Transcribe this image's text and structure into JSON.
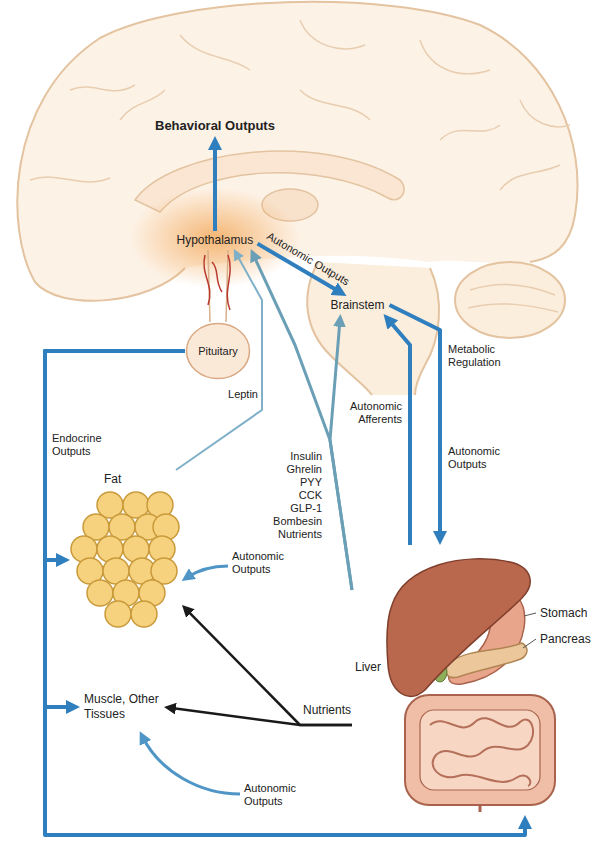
{
  "diagram": {
    "nodes": [
      {
        "text": [
          "Behavioral Outputs"
        ]
      },
      {
        "text": [
          "Hypothalamus"
        ]
      },
      {
        "text": [
          "Brainstem"
        ]
      },
      {
        "text": [
          "Pituitary"
        ]
      },
      {
        "text": [
          "Fat"
        ]
      },
      {
        "text": [
          "Liver",
          "Stomach",
          "Pancreas"
        ]
      },
      {
        "text": [
          "Muscle, Other Tissues"
        ]
      }
    ],
    "edges": [
      {
        "from": 1,
        "to": 0,
        "arrow": "to"
      },
      {
        "from": 1,
        "to": 2,
        "label": "Autonomic Outputs",
        "arrow": "to"
      },
      {
        "from": 4,
        "to": 1,
        "label": "Leptin",
        "arrow": "to"
      },
      {
        "from": 5,
        "to": 1,
        "arrow": "to"
      },
      {
        "from": 5,
        "to": 2,
        "arrow": "to"
      },
      {
        "from": 5,
        "to": 2,
        "label": "Autonomic Afferents",
        "arrow": "to"
      },
      {
        "from": 2,
        "to": 5,
        "label": "Autonomic Outputs",
        "arrow": "to"
      },
      {
        "from": 3,
        "to": 4,
        "label": "Endocrine Outputs",
        "arrow": "to"
      },
      {
        "from": 3,
        "to": 6,
        "arrow": "to"
      },
      {
        "from": 3,
        "to": 5,
        "arrow": "to"
      },
      {
        "from": 5,
        "to": 4,
        "label": "Nutrients",
        "arrow": "to"
      },
      {
        "from": 5,
        "to": 6,
        "arrow": "to"
      }
    ],
    "labels": [
      "Metabolic Regulation",
      "Insulin",
      "Ghrelin",
      "PYY",
      "CCK",
      "GLP-1",
      "Bombesin",
      "Nutrients",
      "Autonomic Outputs",
      "Autonomic Outputs"
    ]
  }
}
